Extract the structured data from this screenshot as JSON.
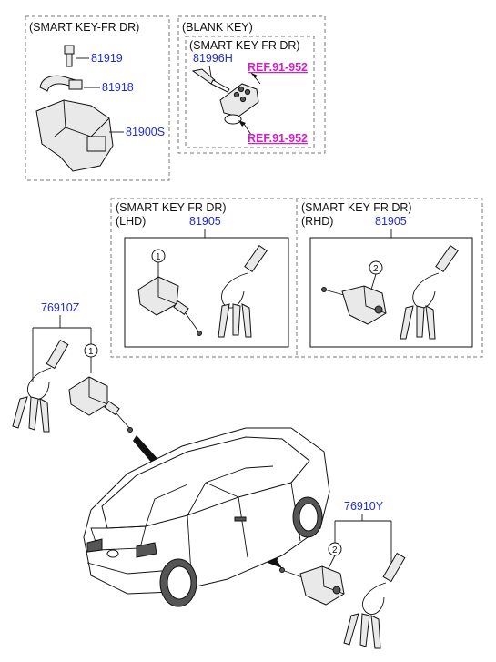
{
  "group_ignition": {
    "title": "(SMART KEY-FR DR)",
    "parts": [
      "81919",
      "81918",
      "81900S"
    ]
  },
  "group_blank_key": {
    "title": "(BLANK KEY)",
    "subtitle": "(SMART KEY FR DR)",
    "part": "81996H",
    "refs": [
      "REF.91-952",
      "REF.91-952"
    ]
  },
  "group_lhd": {
    "title": "(SMART KEY FR DR)",
    "side": "(LHD)",
    "part": "81905",
    "callout": "1"
  },
  "group_rhd": {
    "title": "(SMART KEY FR DR)",
    "side": "(RHD)",
    "part": "81905",
    "callout": "2"
  },
  "front_door_set": {
    "part": "76910Z",
    "callout": "1"
  },
  "rear_door_set": {
    "part": "76910Y",
    "callout": "2"
  },
  "colors": {
    "part_number": "#1f2bd6",
    "reference": "#d21fc8",
    "frame": "#777777",
    "line": "#111111"
  }
}
